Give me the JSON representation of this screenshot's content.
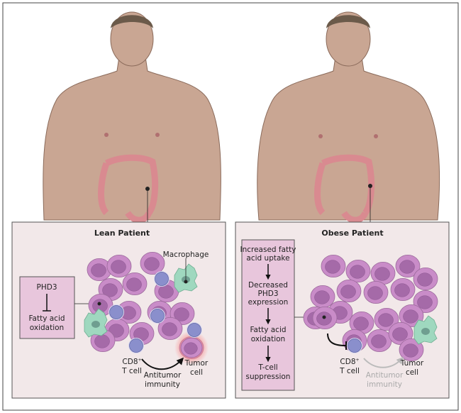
{
  "lean_panel": {
    "title": "Lean Patient",
    "box": {
      "line1": "PHD3",
      "line2": "Fatty acid",
      "line3": "oxidation"
    },
    "macrophage_label": "Macrophage",
    "tcell_label": {
      "line1": "CD8",
      "sup": "+",
      "line2": "T cell"
    },
    "immunity_label": {
      "line1": "Antitumor",
      "line2": "immunity"
    },
    "tumor_label": {
      "line1": "Tumor",
      "line2": "cell"
    }
  },
  "obese_panel": {
    "title": "Obese Patient",
    "steps": [
      {
        "line1": "Increased fatty",
        "line2": "acid uptake"
      },
      {
        "line1": "Decreased",
        "line2": "PHD3",
        "line3": "expression"
      },
      {
        "line1": "Fatty acid",
        "line2": "oxidation"
      },
      {
        "line1": "T-cell",
        "line2": "suppression"
      }
    ],
    "tcell_label": {
      "line1": "CD8",
      "sup": "+",
      "line2": "T cell"
    },
    "immunity_label": {
      "line1": "Antitumor",
      "line2": "immunity"
    },
    "tumor_label": {
      "line1": "Tumor",
      "line2": "cell"
    }
  },
  "colors": {
    "tumor": "#c98cc8",
    "tcell": "#8a8fcc",
    "macrophage": "#9fd8bf",
    "panel": "#f2e8e9",
    "box": "#e8c6dc",
    "skin": "#c9a693"
  }
}
